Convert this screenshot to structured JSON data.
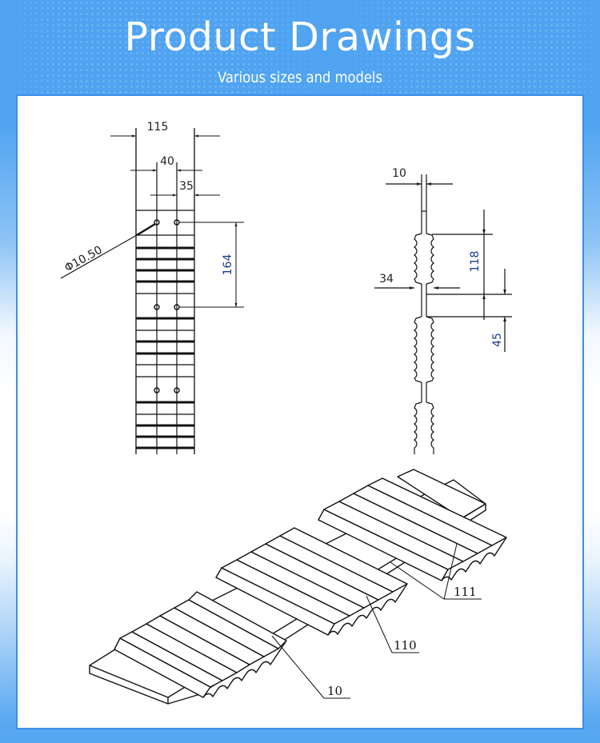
{
  "header": {
    "title": "Product Drawings",
    "subtitle": "Various sizes and models"
  },
  "colors": {
    "header_blue": "#4fa3f1",
    "panel_border": "#3d8ee8",
    "panel_bg": "#ffffff",
    "line": "#111111"
  },
  "front_view": {
    "dimensions": {
      "overall_width": "115",
      "hole_spacing": "40",
      "edge_offset": "35",
      "hole_pitch": "164",
      "hole_diameter": "Φ10.50"
    }
  },
  "side_view": {
    "dimensions": {
      "base_thickness": "10",
      "total_thickness": "34",
      "tooth_section_length": "118",
      "gap_length": "45"
    }
  },
  "isometric_view": {
    "labels": {
      "base": "10",
      "tooth_block": "110",
      "teeth": "111"
    }
  }
}
